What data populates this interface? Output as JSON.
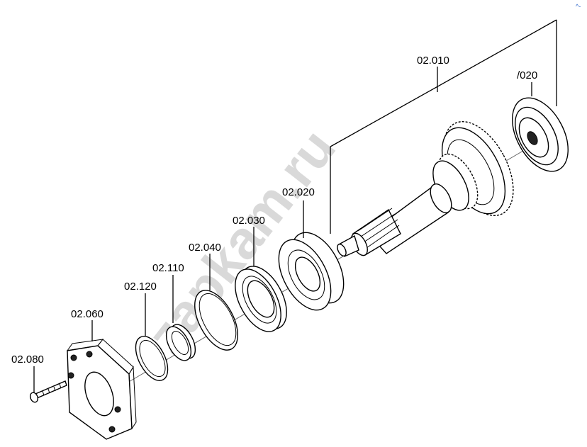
{
  "watermark": "zapkam.ru",
  "corner_mark": "^-",
  "labels": {
    "p02_010": "02.010",
    "p020": "/020",
    "p02_020": "02.020",
    "p02_030": "02.030",
    "p02_040": "02.040",
    "p02_110": "02.110",
    "p02_120": "02.120",
    "p02_060": "02.060",
    "p02_080": "02.080"
  }
}
